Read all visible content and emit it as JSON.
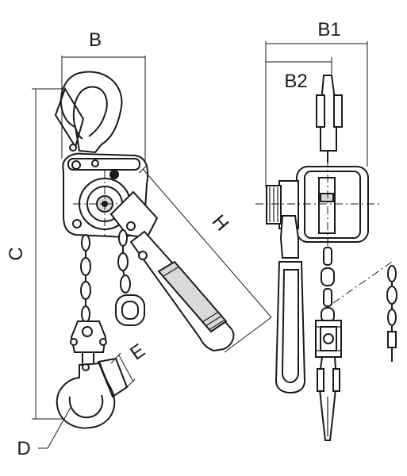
{
  "diagram": {
    "labels": {
      "b": "B",
      "b1": "B1",
      "b2": "B2",
      "c": "C",
      "d": "D",
      "e": "E",
      "h": "H"
    }
  }
}
